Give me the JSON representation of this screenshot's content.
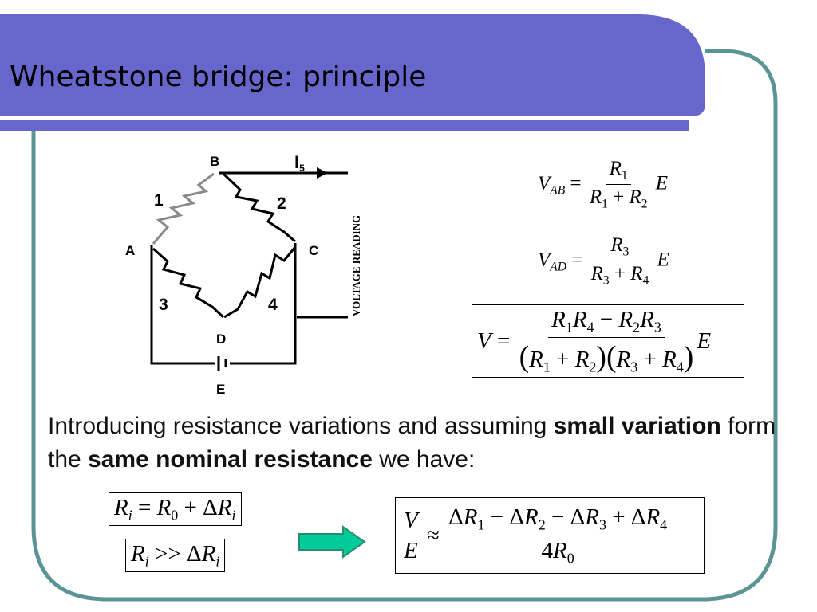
{
  "slide": {
    "title": "Wheatstone bridge: principle",
    "colors": {
      "header_band": "#6666cc",
      "frame": "#5b9494",
      "arrow_fill": "#00cc99",
      "arrow_stroke": "#2a8c6e"
    }
  },
  "circuit": {
    "nodes": {
      "a": "A",
      "b": "B",
      "c": "C",
      "d": "D",
      "e": "E"
    },
    "resistors": {
      "r1": "1",
      "r2": "2",
      "r3": "3",
      "r4": "4"
    },
    "current": {
      "symbol": "I",
      "subscript": "5"
    },
    "output_label": "VOLTAGE READING"
  },
  "body": {
    "p1": "Introducing resistance variations and assuming ",
    "b1": "small variation",
    "p2": " form the ",
    "b2": "same nominal resistance",
    "p3": " we have:"
  },
  "eq": {
    "v": "V",
    "e": "E",
    "eq": "=",
    "plus": "+",
    "minus": "−",
    "approx": "≈",
    "gg": ">>",
    "delta": "Δ",
    "r": "R",
    "r0": "0",
    "r1": "1",
    "r2": "2",
    "r3": "3",
    "r4": "4",
    "ri": "i",
    "four": "4",
    "ab": "AB",
    "ad": "AD",
    "lparen": "(",
    "rparen": ")"
  }
}
